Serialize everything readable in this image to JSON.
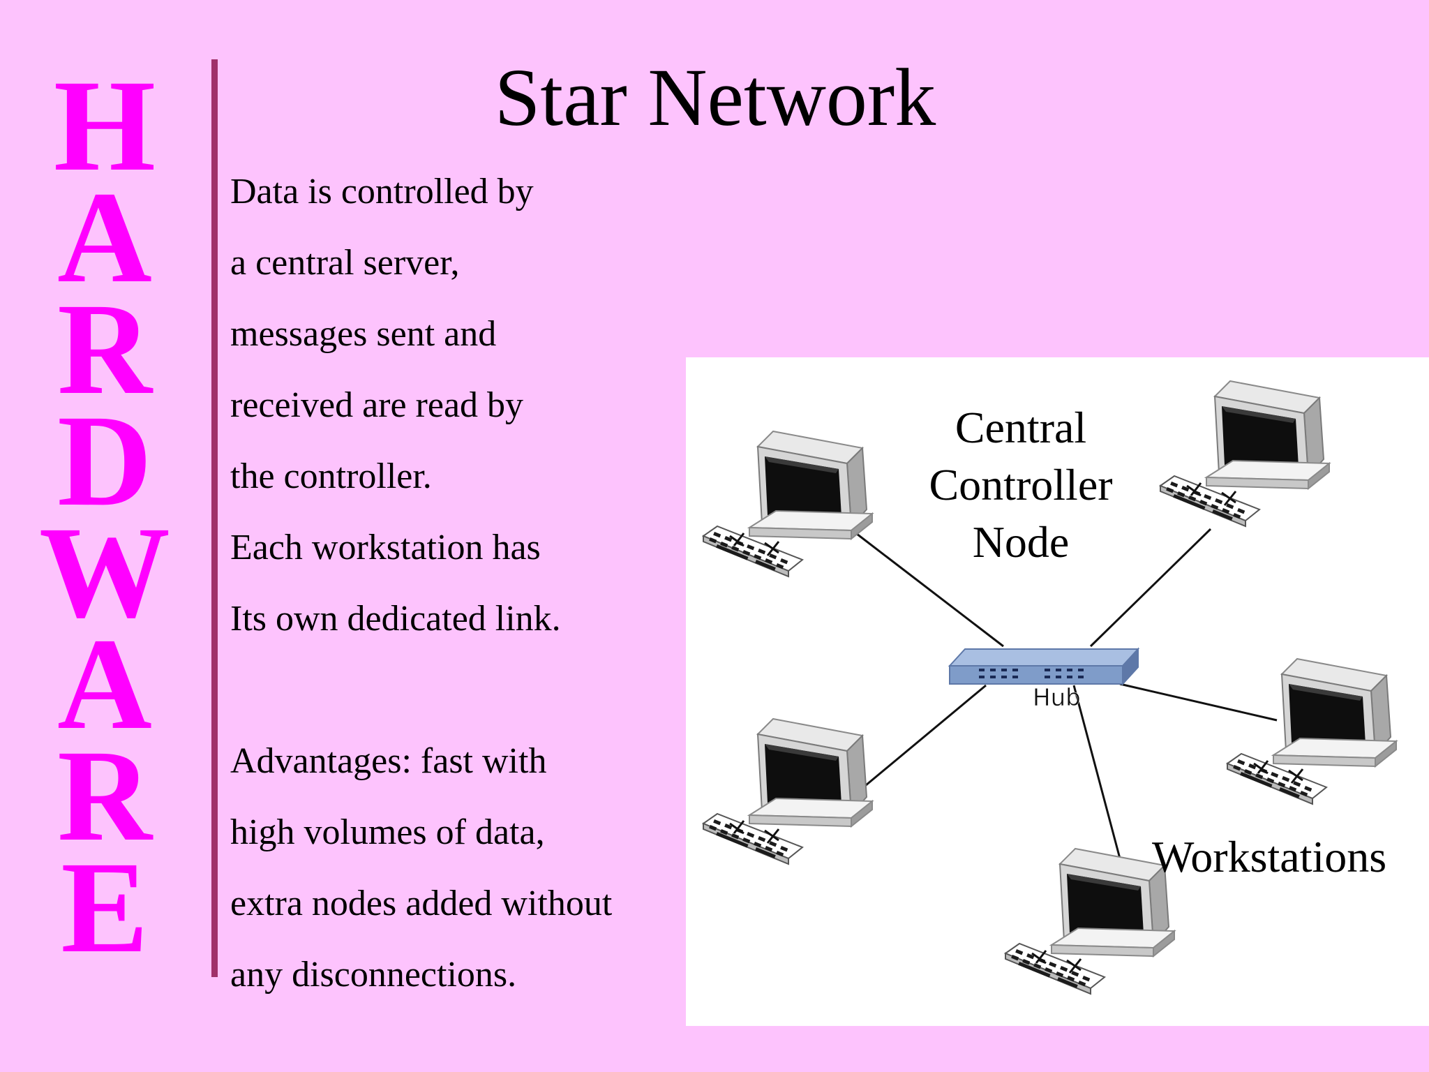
{
  "side_heading": {
    "letters": [
      "H",
      "A",
      "R",
      "D",
      "W",
      "A",
      "R",
      "E"
    ]
  },
  "title": "Star Network",
  "body": {
    "lines": [
      "Data is controlled by",
      "a central server,",
      "messages sent and",
      "received are read by",
      "the controller.",
      "Each workstation has",
      "Its own dedicated link.",
      "",
      "Advantages: fast with",
      "high volumes of data,",
      "extra nodes added without",
      "any disconnections."
    ]
  },
  "diagram": {
    "central_label": [
      "Central",
      "Controller",
      "Node"
    ],
    "hub_label": "Hub",
    "workstations_label": "Workstations",
    "workstation_count": 5
  },
  "colors": {
    "background": "#fdc3fd",
    "side_heading": "#ff00ff",
    "divider": "#a0306a",
    "hub": "#7f9cc9"
  }
}
